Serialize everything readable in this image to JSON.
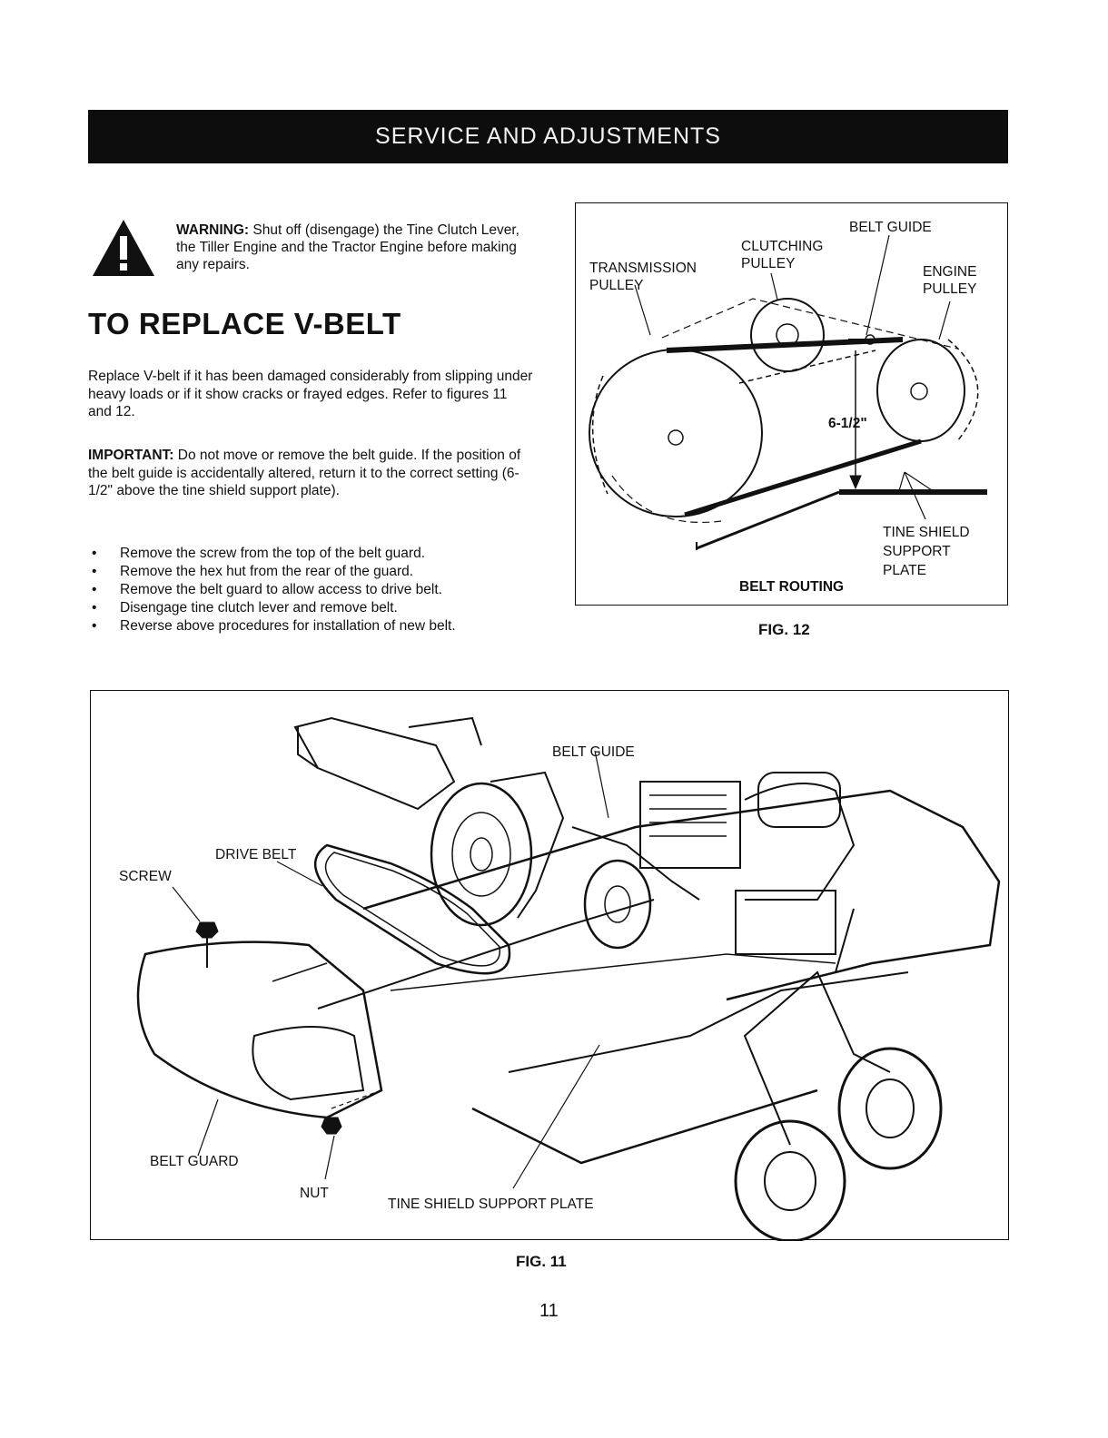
{
  "header": {
    "banner": "SERVICE AND ADJUSTMENTS"
  },
  "warning": {
    "icon": "warning-triangle-icon",
    "label": "WARNING:",
    "text": "Shut off (disengage) the Tine Clutch Lever, the Tiller Engine and the Tractor Engine before making any repairs."
  },
  "section": {
    "title": "TO REPLACE V-BELT"
  },
  "paragraphs": {
    "intro": "Replace V-belt if it has been damaged considerably from slipping under heavy loads or if it show cracks or frayed edges. Refer to figures 11 and 12.",
    "important_label": "IMPORTANT:",
    "important_text": "Do not move or remove the belt guide. If the position of the belt guide is accidentally altered, return it to the correct setting (6-1/2\" above the tine shield support plate)."
  },
  "steps": [
    "Remove the screw from the top of the belt guard.",
    "Remove the hex hut from the rear of the guard.",
    "Remove the belt guard to allow access to drive belt.",
    "Disengage tine clutch lever and remove belt.",
    "Reverse above procedures for installation of new belt."
  ],
  "fig12": {
    "caption": "FIG. 12",
    "labels": {
      "belt_guide": "BELT GUIDE",
      "clutching_pulley": "CLUTCHING\nPULLEY",
      "transmission_pulley": "TRANSMISSION\nPULLEY",
      "engine_pulley": "ENGINE\nPULLEY",
      "dimension": "6-1/2\"",
      "tine_shield_support_plate": "TINE SHIELD\nSUPPORT\nPLATE",
      "belt_routing": "BELT ROUTING"
    }
  },
  "fig11": {
    "caption": "FIG. 11",
    "labels": {
      "belt_guide": "BELT GUIDE",
      "drive_belt": "DRIVE BELT",
      "screw": "SCREW",
      "belt_guard": "BELT GUARD",
      "nut": "NUT",
      "tine_shield_support_plate": "TINE SHIELD SUPPORT PLATE"
    }
  },
  "page_number": "11"
}
